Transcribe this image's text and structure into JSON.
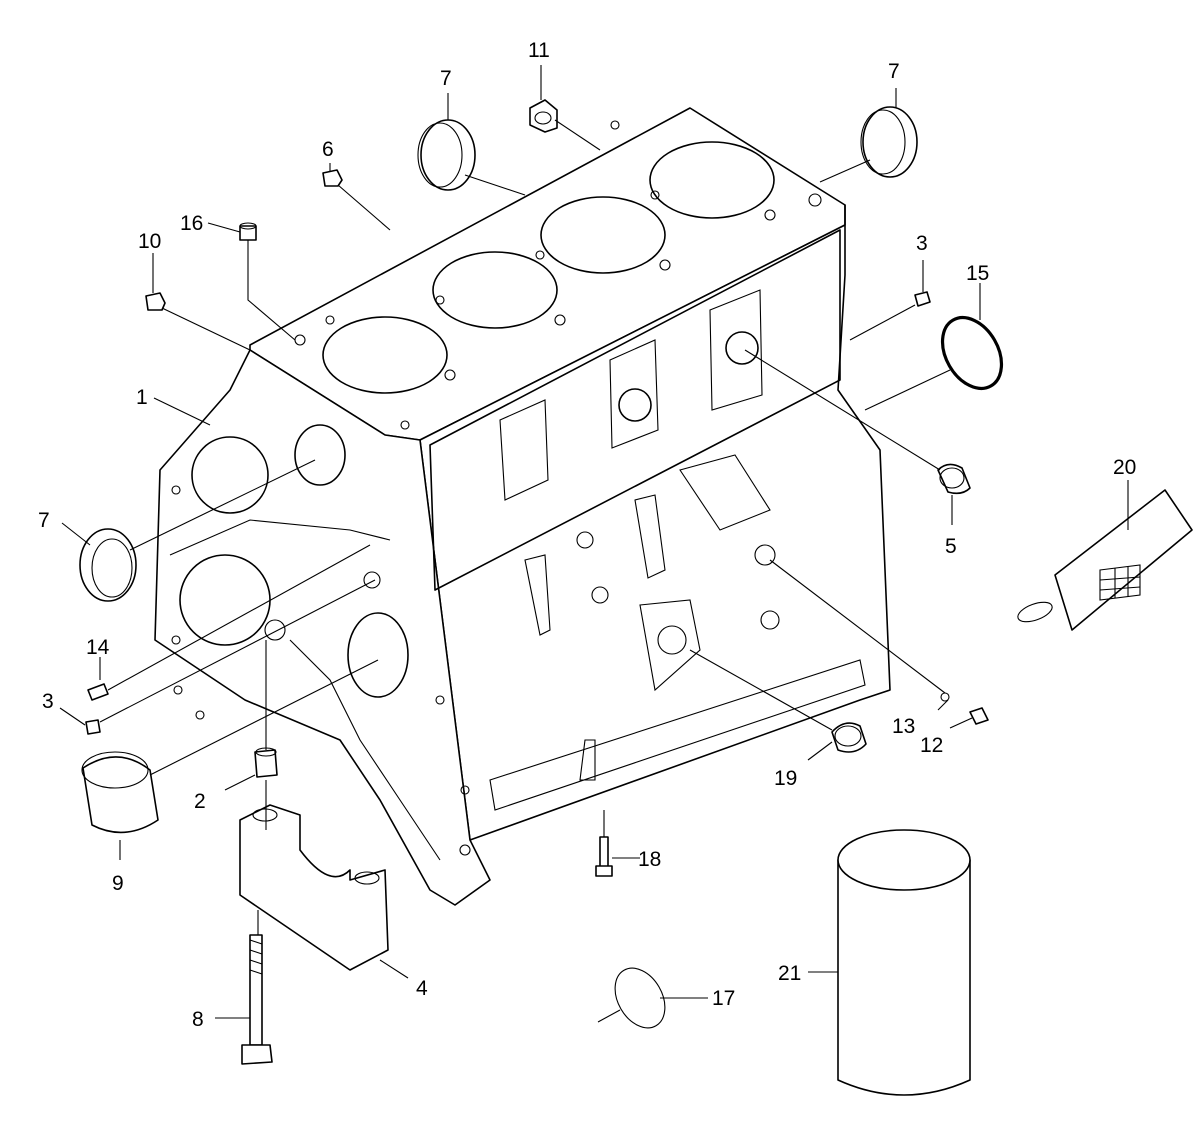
{
  "callouts": {
    "c1": "1",
    "c2": "2",
    "c3a": "3",
    "c3b": "3",
    "c4": "4",
    "c5": "5",
    "c6": "6",
    "c7a": "7",
    "c7b": "7",
    "c7c": "7",
    "c8": "8",
    "c9": "9",
    "c10": "10",
    "c11": "11",
    "c12": "12",
    "c13": "13",
    "c14": "14",
    "c15": "15",
    "c16": "16",
    "c17": "17",
    "c18": "18",
    "c19": "19",
    "c20": "20",
    "c21": "21"
  }
}
